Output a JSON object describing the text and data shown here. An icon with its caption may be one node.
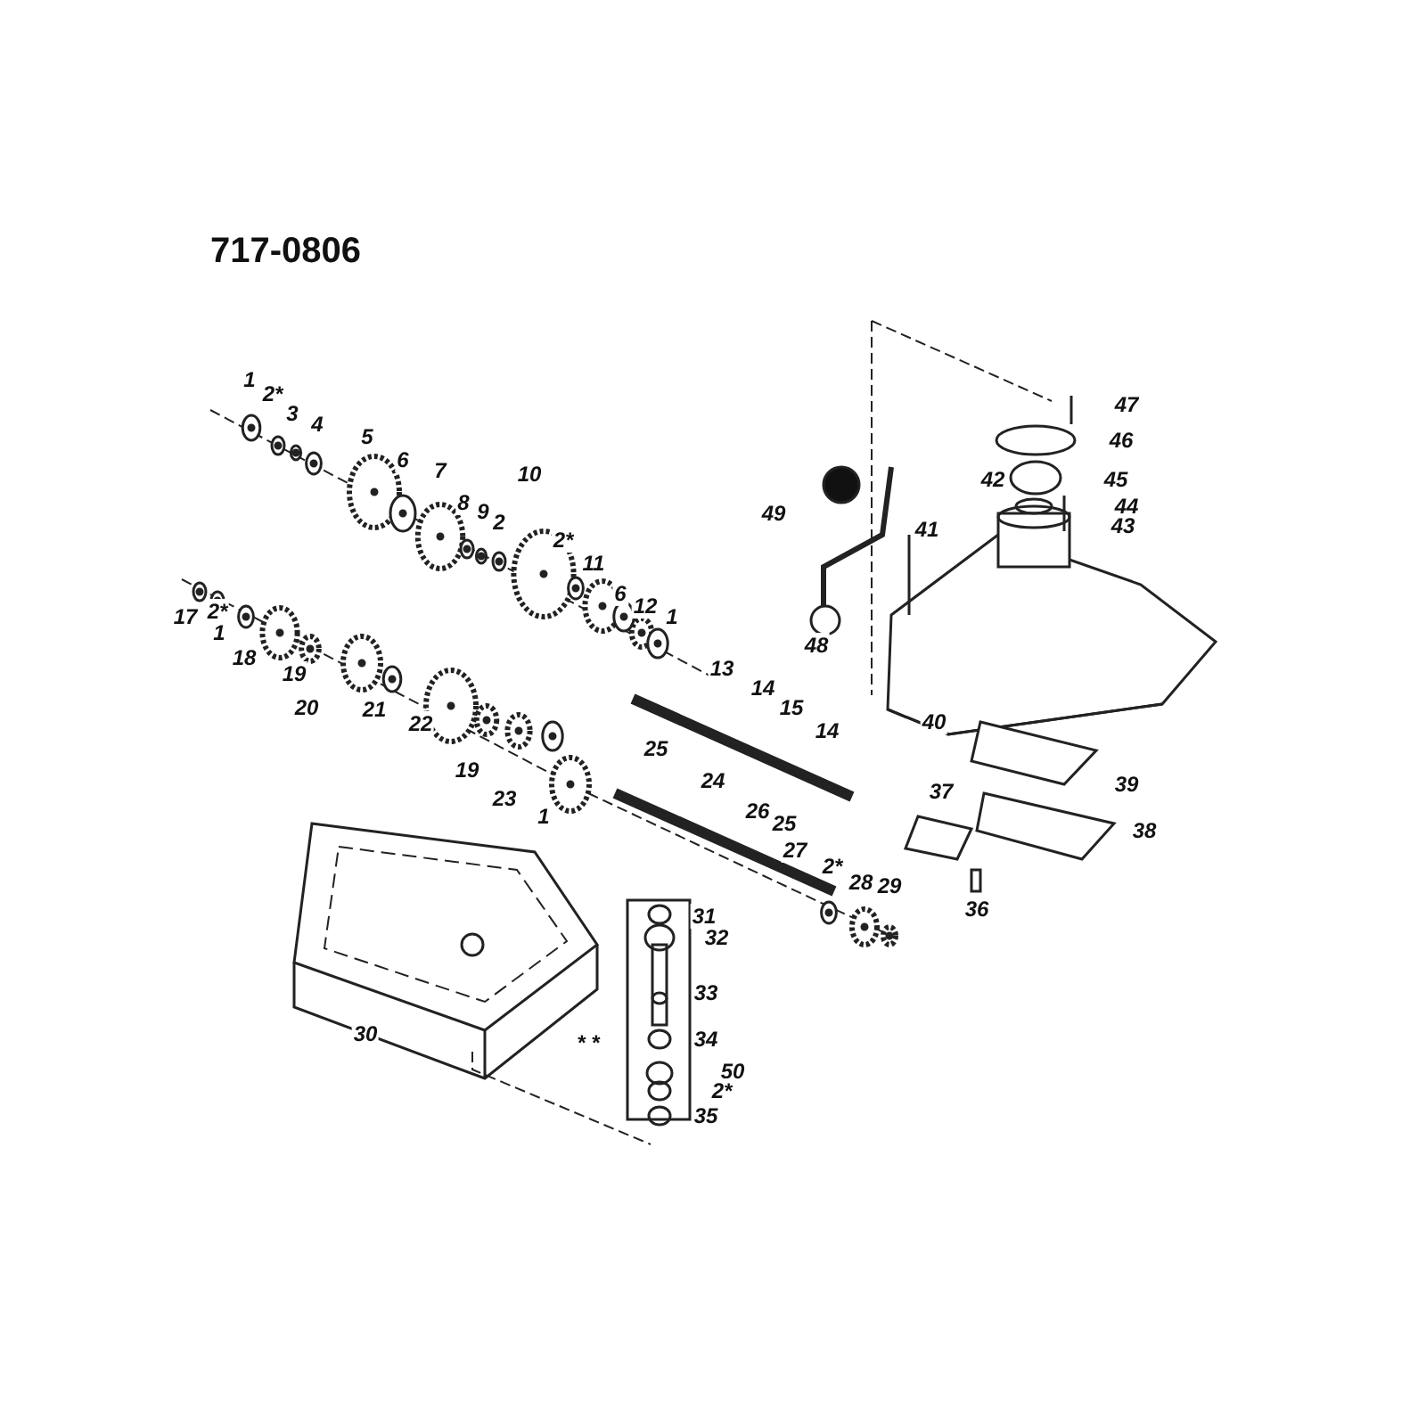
{
  "diagram": {
    "title": "717-0806",
    "labels": [
      "47",
      "1",
      "2*",
      "3",
      "4",
      "5",
      "6",
      "7",
      "46",
      "45",
      "42",
      "44",
      "43",
      "41",
      "49",
      "8",
      "9",
      "2",
      "10",
      "2*",
      "11",
      "6",
      "12",
      "1",
      "17",
      "2*",
      "1",
      "18",
      "19",
      "48",
      "20",
      "21",
      "13",
      "22",
      "14",
      "15",
      "14",
      "40",
      "19",
      "23",
      "1",
      "25",
      "24",
      "26",
      "25",
      "39",
      "37",
      "38",
      "27",
      "2*",
      "28",
      "29",
      "36",
      "31",
      "32",
      "33",
      "* *",
      "34",
      "30",
      "50",
      "2*",
      "35"
    ]
  }
}
